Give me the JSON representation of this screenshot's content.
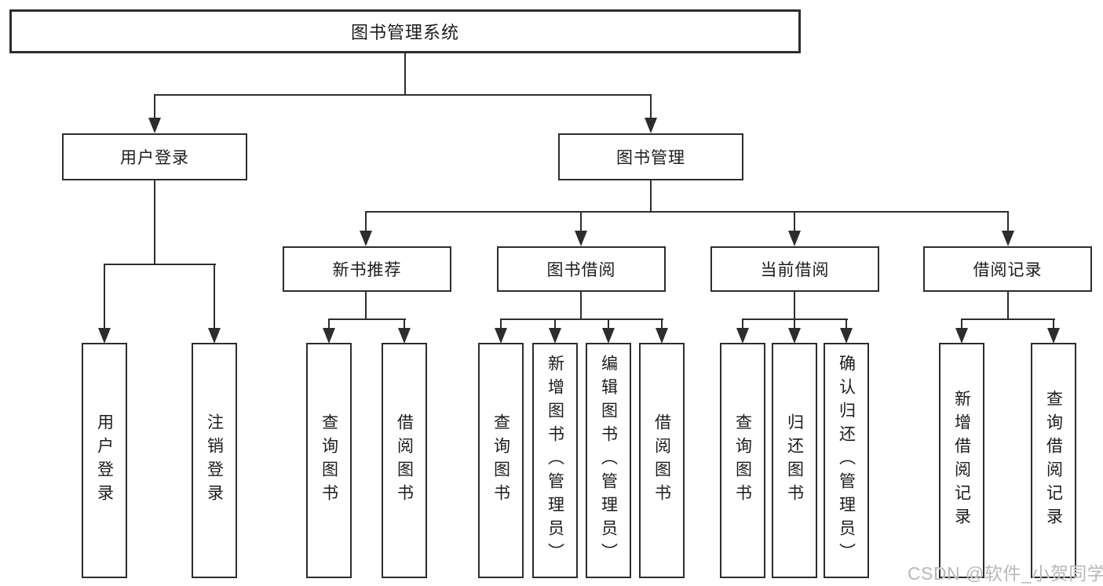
{
  "tree": {
    "root": {
      "label": "图书管理系统"
    },
    "branches": [
      {
        "label": "用户登录",
        "children": [
          {
            "label": "用户登录"
          },
          {
            "label": "注销登录"
          }
        ]
      },
      {
        "label": "图书管理",
        "children": [
          {
            "label": "新书推荐",
            "children": [
              {
                "label": "查询图书"
              },
              {
                "label": "借阅图书"
              }
            ]
          },
          {
            "label": "图书借阅",
            "children": [
              {
                "label": "查询图书"
              },
              {
                "label": "新增图书（管理员）"
              },
              {
                "label": "编辑图书（管理员）"
              },
              {
                "label": "借阅图书"
              }
            ]
          },
          {
            "label": "当前借阅",
            "children": [
              {
                "label": "查询图书"
              },
              {
                "label": "归还图书"
              },
              {
                "label": "确认归还（管理员）"
              }
            ]
          },
          {
            "label": "借阅记录",
            "children": [
              {
                "label": "新增借阅记录"
              },
              {
                "label": "查询借阅记录"
              }
            ]
          }
        ]
      }
    ]
  },
  "watermark": {
    "text": "CSDN @软件_小贺同学"
  },
  "colors": {
    "line": "#2d2d2d",
    "box_border": "#2d2d2d",
    "box_bg": "#ffffff",
    "text": "#1c1c1c",
    "background": "#ffffff",
    "watermark": "#b8b8b8"
  }
}
